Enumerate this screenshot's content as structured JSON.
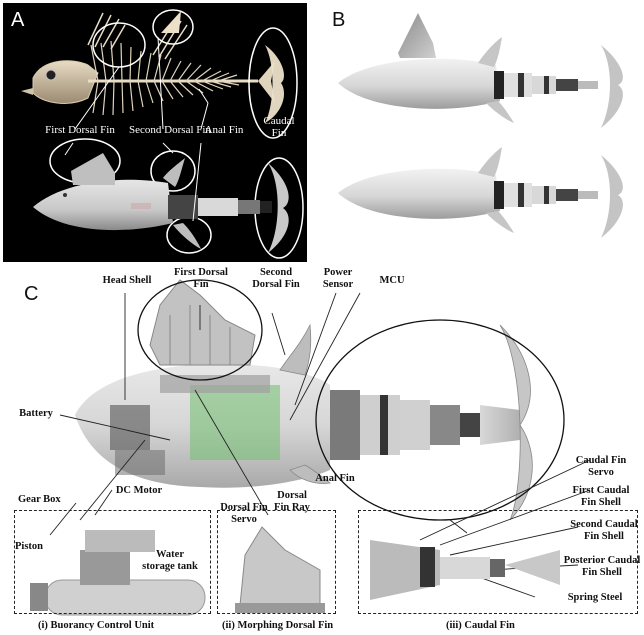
{
  "figure": {
    "panels": {
      "a": {
        "label": "A",
        "annotations": {
          "first_dorsal_fin": "First Dorsal Fin",
          "second_dorsal_fin": "Second Dorsal Fin",
          "anal_fin": "Anal Fin",
          "caudal_fin": "Caudal Fin"
        }
      },
      "b": {
        "label": "B"
      },
      "c": {
        "label": "C",
        "annotations": {
          "head_shell": "Head Shell",
          "first_dorsal_fin": "First Dorsal Fin",
          "second_dorsal_fin": "Second Dorsal Fin",
          "power_sensor": "Power Sensor",
          "mcu": "MCU",
          "battery": "Battery",
          "anal_fin": "Anal Fin",
          "caudal_fin_servo": "Caudal Fin Servo",
          "first_caudal_fin_shell": "First Caudal Fin Shell",
          "second_caudal_fin_shell": "Second Caudal Fin Shell",
          "posterior_caudal_fin_shell": "Posterior Caudal Fin Shell",
          "spring_steel": "Spring Steel",
          "gear_box": "Gear Box",
          "dc_motor": "DC Motor",
          "piston": "Piston",
          "water_storage_tank": "Water storage tank",
          "dorsal_fin_servo": "Dorsal Fin Servo",
          "dorsal_fin_ray": "Dorsal Fin Ray"
        },
        "captions": {
          "buoyancy": "(i)  Buorancy Control Unit",
          "dorsal": "(ii)  Morphing Dorsal Fin",
          "caudal": "(iii)  Caudal Fin"
        }
      }
    }
  }
}
